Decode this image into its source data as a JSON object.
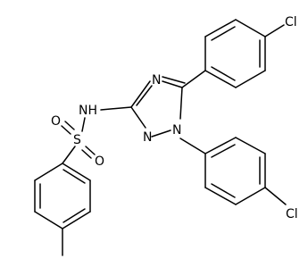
{
  "molecule": {
    "labels": {
      "NH": "NH",
      "N4": "N",
      "N2": "N",
      "N1": "N",
      "S": "S",
      "O1": "O",
      "O2": "O",
      "Cl1": "Cl",
      "Cl2": "Cl"
    }
  }
}
